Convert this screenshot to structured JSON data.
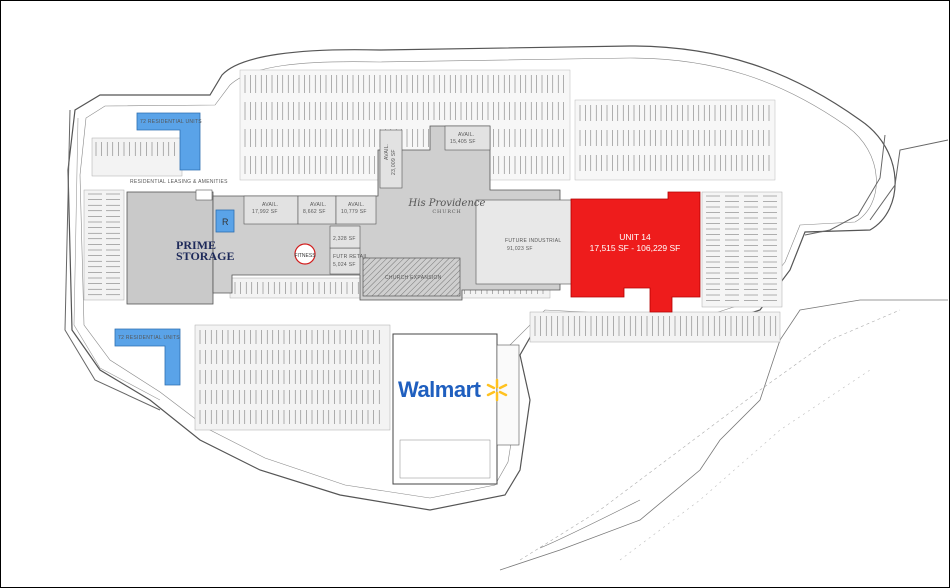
{
  "site_plan": {
    "highlight_color": "#ee1c1c",
    "residential_color": "#5aa3e8",
    "building_color": "#c9c9c9",
    "walmart_blue": "#1f5fbf",
    "walmart_yellow": "#ffc220",
    "unit14": {
      "title": "UNIT 14",
      "area": "17,515 SF - 106,229 SF"
    },
    "anchors": {
      "walmart": "Walmart",
      "prime_storage_line1": "PRIME",
      "prime_storage_line2": "STORAGE",
      "church_script": "His Providence",
      "church_sub": "CHURCH"
    },
    "residential": [
      {
        "label": "72 RESIDENTIAL UNITS"
      },
      {
        "label": "72 RESIDENTIAL UNITS"
      }
    ],
    "amenities": "RESIDENTIAL LEASING & AMENITIES",
    "r_marker": "R",
    "avail_spaces": [
      {
        "label": "AVAIL.",
        "area": "17,992 SF"
      },
      {
        "label": "AVAIL.",
        "area": "8,662 SF"
      },
      {
        "label": "AVAIL.",
        "area": "10,779 SF"
      },
      {
        "label": "AVAIL.",
        "area": "15,405 SF"
      },
      {
        "label": "AVAIL.",
        "area": "23,009 SF"
      }
    ],
    "future_industrial": {
      "label": "FUTURE INDUSTRIAL",
      "area": "91,023 SF"
    },
    "church_expansion": "CHURCH EXPANSION",
    "future_retail": {
      "label": "FUTR RETAIL",
      "area": "5,024 SF"
    },
    "fitness": "FITNESS",
    "small_space": "2,328 SF"
  }
}
